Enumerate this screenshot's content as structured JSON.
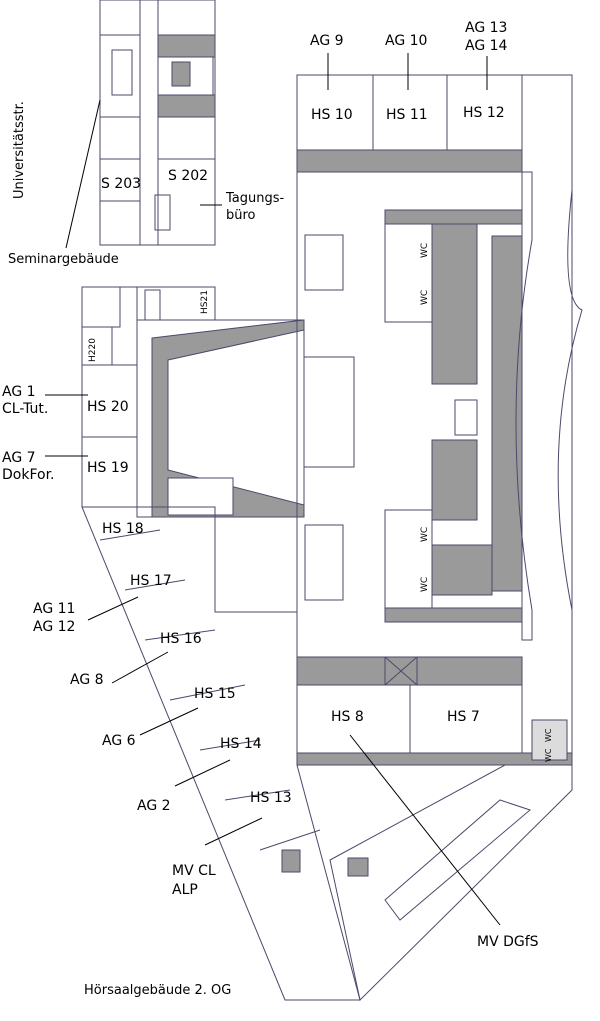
{
  "map": {
    "title": "Hörsaalgebäude 2. OG",
    "street": "Universitätsstr.",
    "buildings": {
      "seminar": "Seminargebäude",
      "tagungsbuero": [
        "Tagungs-",
        "büro"
      ]
    },
    "rooms": {
      "hs10": "HS 10",
      "hs11": "HS 11",
      "hs12": "HS 12",
      "hs7": "HS 7",
      "hs8": "HS 8",
      "hs13": "HS 13",
      "hs14": "HS 14",
      "hs15": "HS 15",
      "hs16": "HS 16",
      "hs17": "HS 17",
      "hs18": "HS 18",
      "hs19": "HS 19",
      "hs20": "HS 20",
      "s202": "S 202",
      "s203": "S 203",
      "hs21": "HS21",
      "h220": "H220"
    },
    "wc_label": "WC",
    "sessions": {
      "ag9": "AG 9",
      "ag10": "AG 10",
      "ag13_14": [
        "AG 13",
        "AG 14"
      ],
      "ag1": [
        "AG 1",
        "CL-Tut."
      ],
      "ag7": [
        "AG 7",
        "DokFor."
      ],
      "ag11_12": [
        "AG 11",
        "AG 12"
      ],
      "ag8": "AG 8",
      "ag6": "AG 6",
      "ag2": "AG 2",
      "mv_cl": [
        "MV CL",
        "ALP"
      ],
      "mv_dgfs": "MV DGfS"
    },
    "colors": {
      "wall": "#4a4a6a",
      "fill_grey": "#9a9a9a",
      "light_grey": "#dcdcdc",
      "door_accent": "#c8c820"
    }
  }
}
